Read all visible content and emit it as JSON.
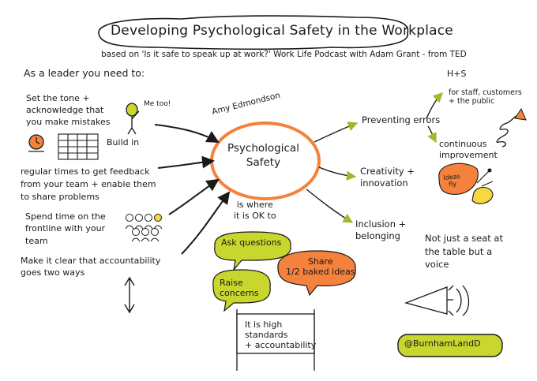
{
  "title": "Developing Psychological Safety in the Workplace",
  "subtitle": "based on 'Is it safe to speak up at work?' Work Life Podcast with Adam Grant - from TED",
  "leader": {
    "heading": "As a leader you need to:",
    "point1": [
      "Set the tone +",
      "acknowledge that",
      "you make mistakes"
    ],
    "me_too": "Me too!",
    "build_in": "Build in",
    "point2": [
      "regular times to get feedback",
      "from your team + enable them",
      "to share problems"
    ],
    "point3": [
      "Spend time on the",
      "frontline with your",
      "team"
    ],
    "point4": [
      "Make it clear that accountability",
      "goes two ways"
    ]
  },
  "center": {
    "author": "Amy Edmondson",
    "line1": "Psychological",
    "line2": "Safety",
    "def1": "is where",
    "def2": "it is OK to"
  },
  "outcomes": {
    "o1": "Preventing errors",
    "o2a": "Creativity +",
    "o2b": "innovation",
    "o3a": "Inclusion +",
    "o3b": "belonging"
  },
  "errors_detail": {
    "hs": "H+S",
    "note1": "for staff, customers",
    "note2": "+ the public",
    "cont1": "continuous",
    "cont2": "improvement"
  },
  "ideas_fly": [
    "Ideas",
    "fly"
  ],
  "seat": [
    "Not just a seat at",
    "the table but a",
    "voice"
  ],
  "bubbles": {
    "ask": "Ask questions",
    "share1": "Share",
    "share2": "1/2 baked ideas",
    "raise1": "Raise",
    "raise2": "concerns"
  },
  "sign": [
    "It is high",
    "standards",
    "+ accountability"
  ],
  "handle": "@BurnhamLandD",
  "colors": {
    "orange": "#f4813c",
    "olive": "#a7b52a",
    "lime": "#c9d62d",
    "yellow": "#f6d840"
  }
}
